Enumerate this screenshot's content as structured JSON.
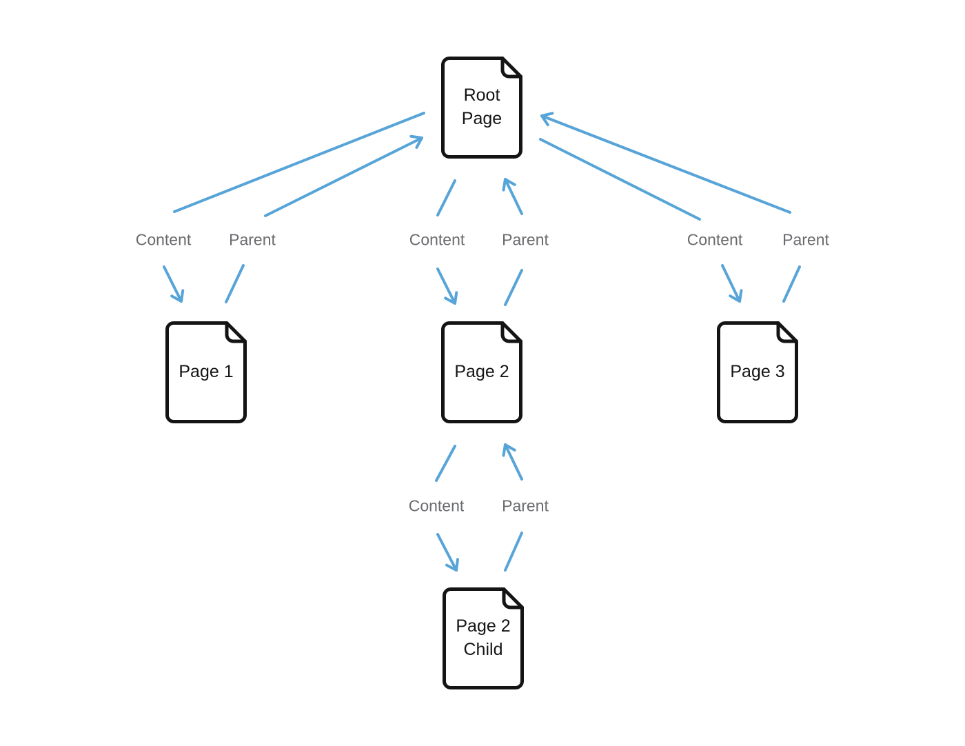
{
  "diagram": {
    "colors": {
      "background": "#ffffff",
      "arrow": "#57a4d8",
      "node_stroke": "#141414",
      "node_text": "#141414",
      "edge_label_text": "#6a6b6e"
    },
    "nodes": {
      "root": {
        "label": "Root\nPage"
      },
      "page1": {
        "label": "Page 1"
      },
      "page2": {
        "label": "Page 2"
      },
      "page3": {
        "label": "Page 3"
      },
      "page2_child": {
        "label": "Page 2\nChild"
      }
    },
    "edges": [
      {
        "from": "Root Page",
        "to": "Page 1",
        "label": "Content"
      },
      {
        "from": "Page 1",
        "to": "Root Page",
        "label": "Parent"
      },
      {
        "from": "Root Page",
        "to": "Page 2",
        "label": "Content"
      },
      {
        "from": "Page 2",
        "to": "Root Page",
        "label": "Parent"
      },
      {
        "from": "Root Page",
        "to": "Page 3",
        "label": "Content"
      },
      {
        "from": "Page 3",
        "to": "Root Page",
        "label": "Parent"
      },
      {
        "from": "Page 2",
        "to": "Page 2 Child",
        "label": "Content"
      },
      {
        "from": "Page 2 Child",
        "to": "Page 2",
        "label": "Parent"
      }
    ]
  }
}
